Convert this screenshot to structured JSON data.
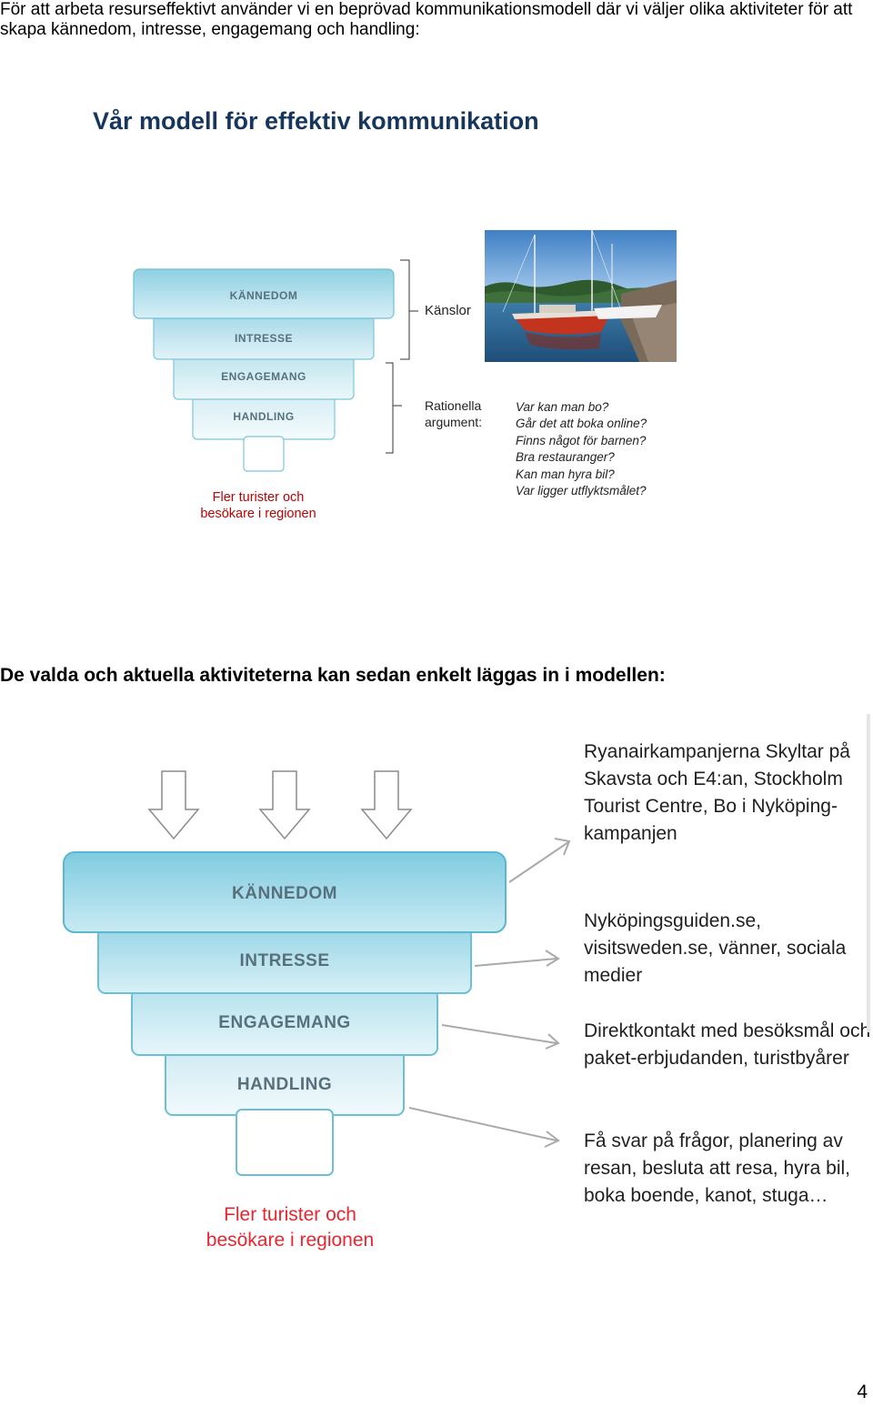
{
  "intro": "För att arbeta resurseffektivt använder vi en beprövad kommunikationsmodell där vi väljer olika aktiviteter för att skapa kännedom, intresse, engagemang och handling:",
  "title": "Vår modell för effektiv kommunikation",
  "funnel": {
    "stages": [
      "KÄNNEDOM",
      "INTRESSE",
      "ENGAGEMANG",
      "HANDLING"
    ],
    "result": "Fler turister och besökare i regionen",
    "colors": {
      "top": "#8fd0e2",
      "bottom": "#eef8fb",
      "border": "#6dbfd6",
      "result_text": "#c00000"
    }
  },
  "emotions_label": "Känslor",
  "rational_label": "Rationella argument:",
  "questions": [
    "Var kan man bo?",
    "Går det att boka online?",
    "Finns något för barnen?",
    "Bra restauranger?",
    "Kan man hyra bil?",
    "Var ligger utflyktsmålet?"
  ],
  "section2_heading": "De valda och aktuella aktiviteterna kan sedan enkelt läggas in i modellen:",
  "funnel2": {
    "stages": [
      "KÄNNEDOM",
      "INTRESSE",
      "ENGAGEMANG",
      "HANDLING"
    ],
    "result": "Fler turister och besökare i regionen"
  },
  "activities": [
    "Ryanairkampanjerna Skyltar på Skavsta och E4:an, Stockholm Tourist Centre, Bo i Nyköping-kampanjen",
    "Nyköpingsguiden.se, visitsweden.se, vänner, sociala medier",
    "Direktkontakt med besöksmål och paket-erbjudanden, turistbyårer",
    "Få svar på frågor, planering av resan, besluta att resa, hyra bil, boka boende, kanot, stuga…"
  ],
  "page_number": "4"
}
